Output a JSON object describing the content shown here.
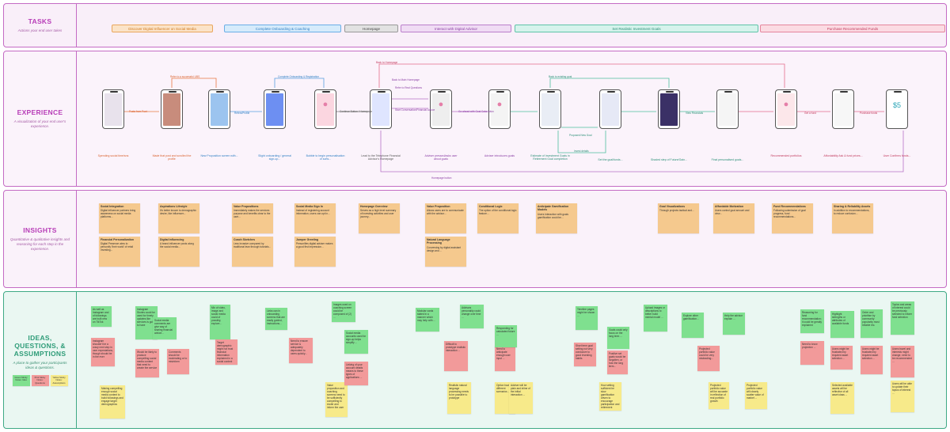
{
  "rows": {
    "tasks": {
      "title": "TASKS",
      "subtitle": "Actions your end user takes"
    },
    "experience": {
      "title": "EXPERIENCE",
      "subtitle": "A visualization of your end user's experience."
    },
    "insights": {
      "title": "INSIGHTS",
      "subtitle": "Quantitative & qualitative insights and reasoning for each step in the experience."
    },
    "ideas": {
      "title": "IDEAS, QUESTIONS, & ASSUMPTIONS",
      "subtitle": "A place to gather your participants ideas & questions."
    }
  },
  "tasks": [
    {
      "label": "Discover Digital Influencer on Social Media",
      "bg": "#fbe3c8",
      "border": "#e9a65b",
      "color": "#d17a1e"
    },
    {
      "label": "Complete Onboarding & Coaching",
      "bg": "#d6ebfb",
      "border": "#6aaee6",
      "color": "#2f7fc4"
    },
    {
      "label": "Homepage",
      "bg": "#e2e2e2",
      "border": "#999999",
      "color": "#444444"
    },
    {
      "label": "Interact with Digital Advisor",
      "bg": "#f0dcf4",
      "border": "#bb7fcb",
      "color": "#8b3fa5"
    },
    {
      "label": "Set Realistic Investment Goals",
      "bg": "#d6f3ec",
      "border": "#5ec4a8",
      "color": "#2a8f76"
    },
    {
      "label": "Purchase Recommended Funds",
      "bg": "#fbdbe3",
      "border": "#e5859d",
      "color": "#c2395c"
    }
  ],
  "experience": {
    "captions": [
      "Spending social time/sns",
      "Made that post and scrolled the profile",
      "New Proposition screen with...",
      "Slight onboarding / general sign-up...",
      "Bubble to begin personalisation of sorts...",
      "Lead to the Telephone Financial Advisor's Homepage",
      "Adviser pressed/asks user about goals",
      "Adviser introduces goals",
      "Estimate of Investment Goals in Retirement Goal completion",
      "Set the goal/funds...",
      "Shaded step of Future/Gain...",
      "Final personalised goals...",
      "Recommended portfolios",
      "Affordability Ask & fund prices...",
      "User Confirms funds..."
    ],
    "arrows": [
      "Posts from Puet",
      "Refer to a successful UBS",
      "Refers/Profile",
      "Complete Onboarding & Registration",
      "Continue Button / Homepage",
      "Back to Main Homepage",
      "Refer to Real Questions",
      "Start Conversation/Financial Advice",
      "Go ahead with Goal Calculation",
      "Back to existing goal",
      "Proposed New Goal",
      "View Financials",
      "Get a fund",
      "Purchase funds",
      "Invest details",
      "Homepage button",
      "Back to Homepage"
    ],
    "final_screen_value": "$5",
    "phone_glyph": "●"
  },
  "insights": [
    {
      "title": "Social Integration",
      "text": "Digital influencer partners bring awareness on social media platforms..."
    },
    {
      "title": "Financial Personalization",
      "text": "Digital Presence aims to personify 'their world' of retail investing..."
    },
    {
      "title": "Aspirations Lifestyle",
      "text": "It's better known to demographic desire, like influencer..."
    },
    {
      "title": "Digital Influencing",
      "text": "A brand influencer posts along the social media..."
    },
    {
      "title": "Value Propositions",
      "text": "Immediately makes the services purpose and benefits clear to the user..."
    },
    {
      "title": "Coach Sketches",
      "text": "Less invasive compared by traditional lean through tutorials..."
    },
    {
      "title": "Social Media Sign In",
      "text": "Instead of registering account information, users can opt in..."
    },
    {
      "title": "Jumper Greeting",
      "text": "Personifies digital adviser makes a good first impression..."
    },
    {
      "title": "Homepage Overview",
      "text": "Serves as a high level summary of investing activities and user journey..."
    },
    {
      "title": "Value Proposition",
      "text": "Allows users are to communicate with the advisor..."
    },
    {
      "title": "Natural Language Processing",
      "text": "Conversing by digital assistant design and ..."
    },
    {
      "title": "Conditional Logic",
      "text": "The option of the conditional logic feature..."
    },
    {
      "title": "Anticipate Gamification Models",
      "text": "Users interaction with goals gamification could be..."
    },
    {
      "title": "Goal Visualizations",
      "text": "Through projects tactical and..."
    },
    {
      "title": "Affordable Motivation",
      "text": "Users control goal amount and view..."
    },
    {
      "title": "Fund Recommendations",
      "text": "Following submission of goal progress, fund recommendations..."
    },
    {
      "title": "Sharing & Reliability Assets",
      "text": "In addition to recommendations, to reduce confusion..."
    }
  ],
  "ideas": {
    "legend": [
      {
        "label": "Green Sticky Notes: Idea"
      },
      {
        "label": "Pink Sticky Notes: Questions"
      },
      {
        "label": "Yellow Sticky Notes: Assumptions"
      }
    ],
    "notes": [
      {
        "color": "green",
        "text": "As well as Instagram and of followings are built new on TikTok"
      },
      {
        "color": "pink",
        "text": "Instagram shouldn't be a crazy next step in user expectations, though should be in the ever"
      },
      {
        "color": "yellow",
        "text": "Making compelling enough social media content to build followings and engage target demographics"
      },
      {
        "color": "green",
        "text": "Instagram Stories could be used for timely updates like services is going to have"
      },
      {
        "color": "pink",
        "text": "Would be likely to produce compelling social media content that need to create the service"
      },
      {
        "color": "green",
        "text": "Social media comments are give way of sharing financial advice..."
      },
      {
        "color": "pink",
        "text": "Comments should be moderating or to misinform"
      },
      {
        "color": "green",
        "text": "Mix of video, image and social media could of possibly, explore..."
      },
      {
        "color": "pink",
        "text": "Target demographic might not trust financial information explained in a social context"
      },
      {
        "color": "green",
        "text": "Links can in onboarding screens that are easily guided, instructions..."
      },
      {
        "color": "pink",
        "text": "Need to ensure service & adequately dependent to users quickly..."
      },
      {
        "color": "green",
        "text": "Images used on coaching screen could be composed of (2) ..."
      },
      {
        "color": "yellow",
        "text": "Value proposition and coaching screens need to be sufficiently compelling to excite and inform the user"
      },
      {
        "color": "green",
        "text": "Social media accounts used for sign-up helps simplify ..."
      },
      {
        "color": "pink",
        "text": "Linking of your account details means to these types of applications ..."
      },
      {
        "color": "green",
        "text": "Modular cards stated in a manner which may help with ..."
      },
      {
        "color": "green",
        "text": "Advisors personality could change over time ..."
      },
      {
        "color": "pink",
        "text": "Difficult to prototype realistic interaction ..."
      },
      {
        "color": "pink",
        "text": "Need to anticipate enough user input ..."
      },
      {
        "color": "yellow",
        "text": "Realistic natural language processing needs to be possible to prototype"
      },
      {
        "color": "green",
        "text": "Responding for calculated future ..."
      },
      {
        "color": "yellow",
        "text": "Option have different scenarios ..."
      },
      {
        "color": "yellow",
        "text": "Adviser will be plain and inline of the initial interaction ..."
      },
      {
        "color": "green",
        "text": "Timeline pages might be shown ..."
      },
      {
        "color": "pink",
        "text": "Short term goal setting not very conducive to good investing habits"
      },
      {
        "color": "green",
        "text": "Goals could only focus on the long term ..."
      },
      {
        "color": "pink",
        "text": "Positive set goals would be forgotten, or how the long term..."
      },
      {
        "color": "yellow",
        "text": "How setting sufficient be slow gamification driven to encourage participation and retirement"
      },
      {
        "color": "green",
        "text": "Upload images or descriptions to better build mental model ..."
      },
      {
        "color": "green",
        "text": "Explore other gamification..."
      },
      {
        "color": "pink",
        "text": "Projected portfolio value could be very misleading..."
      },
      {
        "color": "yellow",
        "text": "Projected portfolio value will be accurate in reflection of real portfolio growth"
      },
      {
        "color": "green",
        "text": "Help the advisor explain ..."
      },
      {
        "color": "yellow",
        "text": "Projected portfolio value will closely scatter value of market ..."
      },
      {
        "color": "green",
        "text": "Reasoning for fund recommendation; it could be greatly explained"
      },
      {
        "color": "pink",
        "text": "Need to know projection ..."
      },
      {
        "color": "green",
        "text": "Highlight strengths or attributes of available funds"
      },
      {
        "color": "pink",
        "text": "Users might be frustrated by required asset selection ..."
      },
      {
        "color": "yellow",
        "text": "Selected available assets will be reflective of all asset class ..."
      },
      {
        "color": "green",
        "text": "Order and prioritise by community popularity most reliable etc."
      },
      {
        "color": "pink",
        "text": "Users might be frustrated by required asset selection ..."
      },
      {
        "color": "green",
        "text": "Topics and areas of interest could be previously selected to inform fund selection"
      },
      {
        "color": "pink",
        "text": "Users travel and interests might change, need to be recommended ..."
      },
      {
        "color": "yellow",
        "text": "Users will be able to update their topics of interest ..."
      }
    ]
  }
}
